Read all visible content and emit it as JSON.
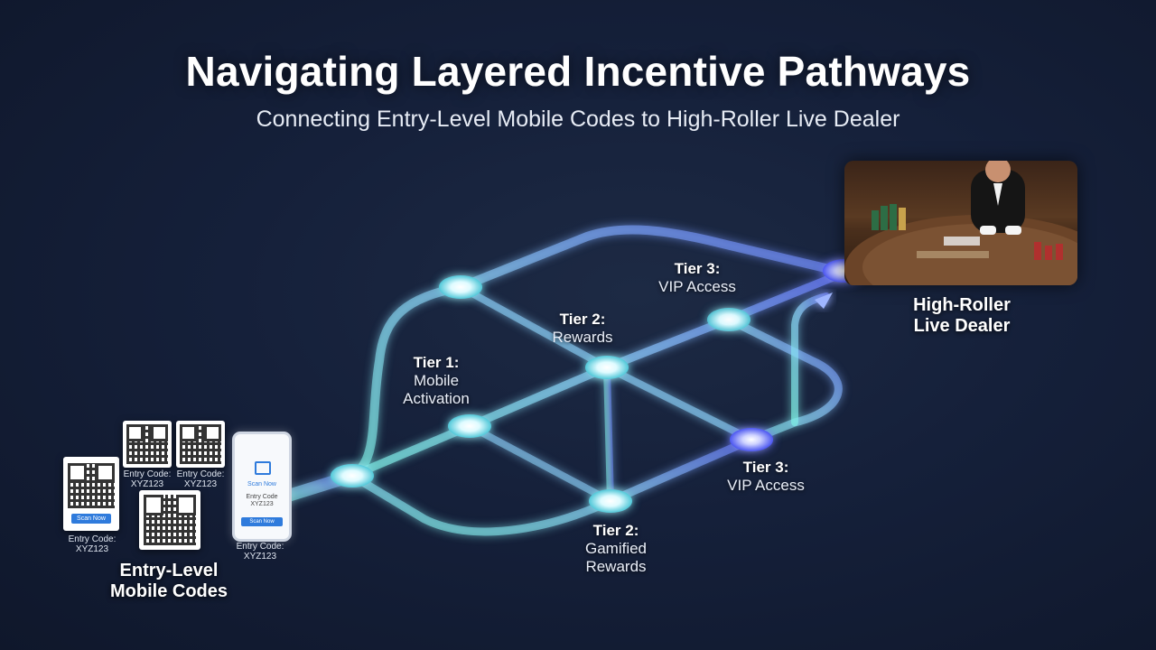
{
  "title": "Navigating Layered Incentive Pathways",
  "subtitle": "Connecting Entry-Level Mobile Codes to High-Roller Live Dealer",
  "labels": {
    "tier1_head": "Tier 1:",
    "tier1_body_line1": "Mobile",
    "tier1_body_line2": "Activation",
    "tier2a_head": "Tier 2:",
    "tier2a_body": "Rewards",
    "tier3a_head": "Tier 3:",
    "tier3a_body": "VIP Access",
    "tier2b_head": "Tier 2:",
    "tier2b_body_line1": "Gamified",
    "tier2b_body_line2": "Rewards",
    "tier3b_head": "Tier 3:",
    "tier3b_body": "VIP Access",
    "high_roller_line1": "High-Roller",
    "high_roller_line2": "Live Dealer",
    "entry_line1": "Entry-Level",
    "entry_line2": "Mobile Codes"
  },
  "codes": {
    "caption_line1": "Entry Code:",
    "caption_line2": "XYZ123",
    "button_text": "Scan Now",
    "phone_title": "Scan Now",
    "phone_code_line1": "Entry Code",
    "phone_code_line2": "XYZ123",
    "phone_button": "Scan Now"
  },
  "colors": {
    "path_start": "#7ff3e6",
    "path_end": "#6b7cff",
    "node_glow": "#bff6ff",
    "node_vip": "#5a63ff"
  }
}
